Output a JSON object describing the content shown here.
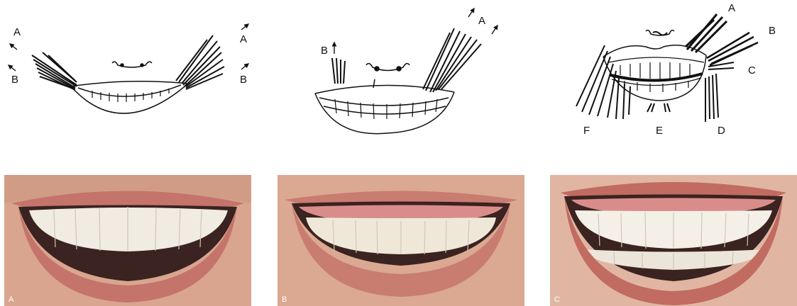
{
  "diagrams": [
    {
      "labels": {
        "a_left": "A",
        "b_left": "B",
        "a_right": "A",
        "b_right": "B"
      }
    },
    {
      "labels": {
        "a": "A",
        "b": "B"
      }
    },
    {
      "labels": {
        "a": "A",
        "b": "B",
        "c": "C",
        "d": "D",
        "e": "E",
        "f": "F"
      }
    }
  ],
  "photos": [
    {
      "label": "A"
    },
    {
      "label": "B"
    },
    {
      "label": "C"
    }
  ],
  "colors": {
    "ink": "#111111",
    "skin": "#d9a58f",
    "lip": "#c4746a",
    "gum": "#d98d8a",
    "tooth": "#f3efe6",
    "mouth_dark": "#3a2320"
  }
}
